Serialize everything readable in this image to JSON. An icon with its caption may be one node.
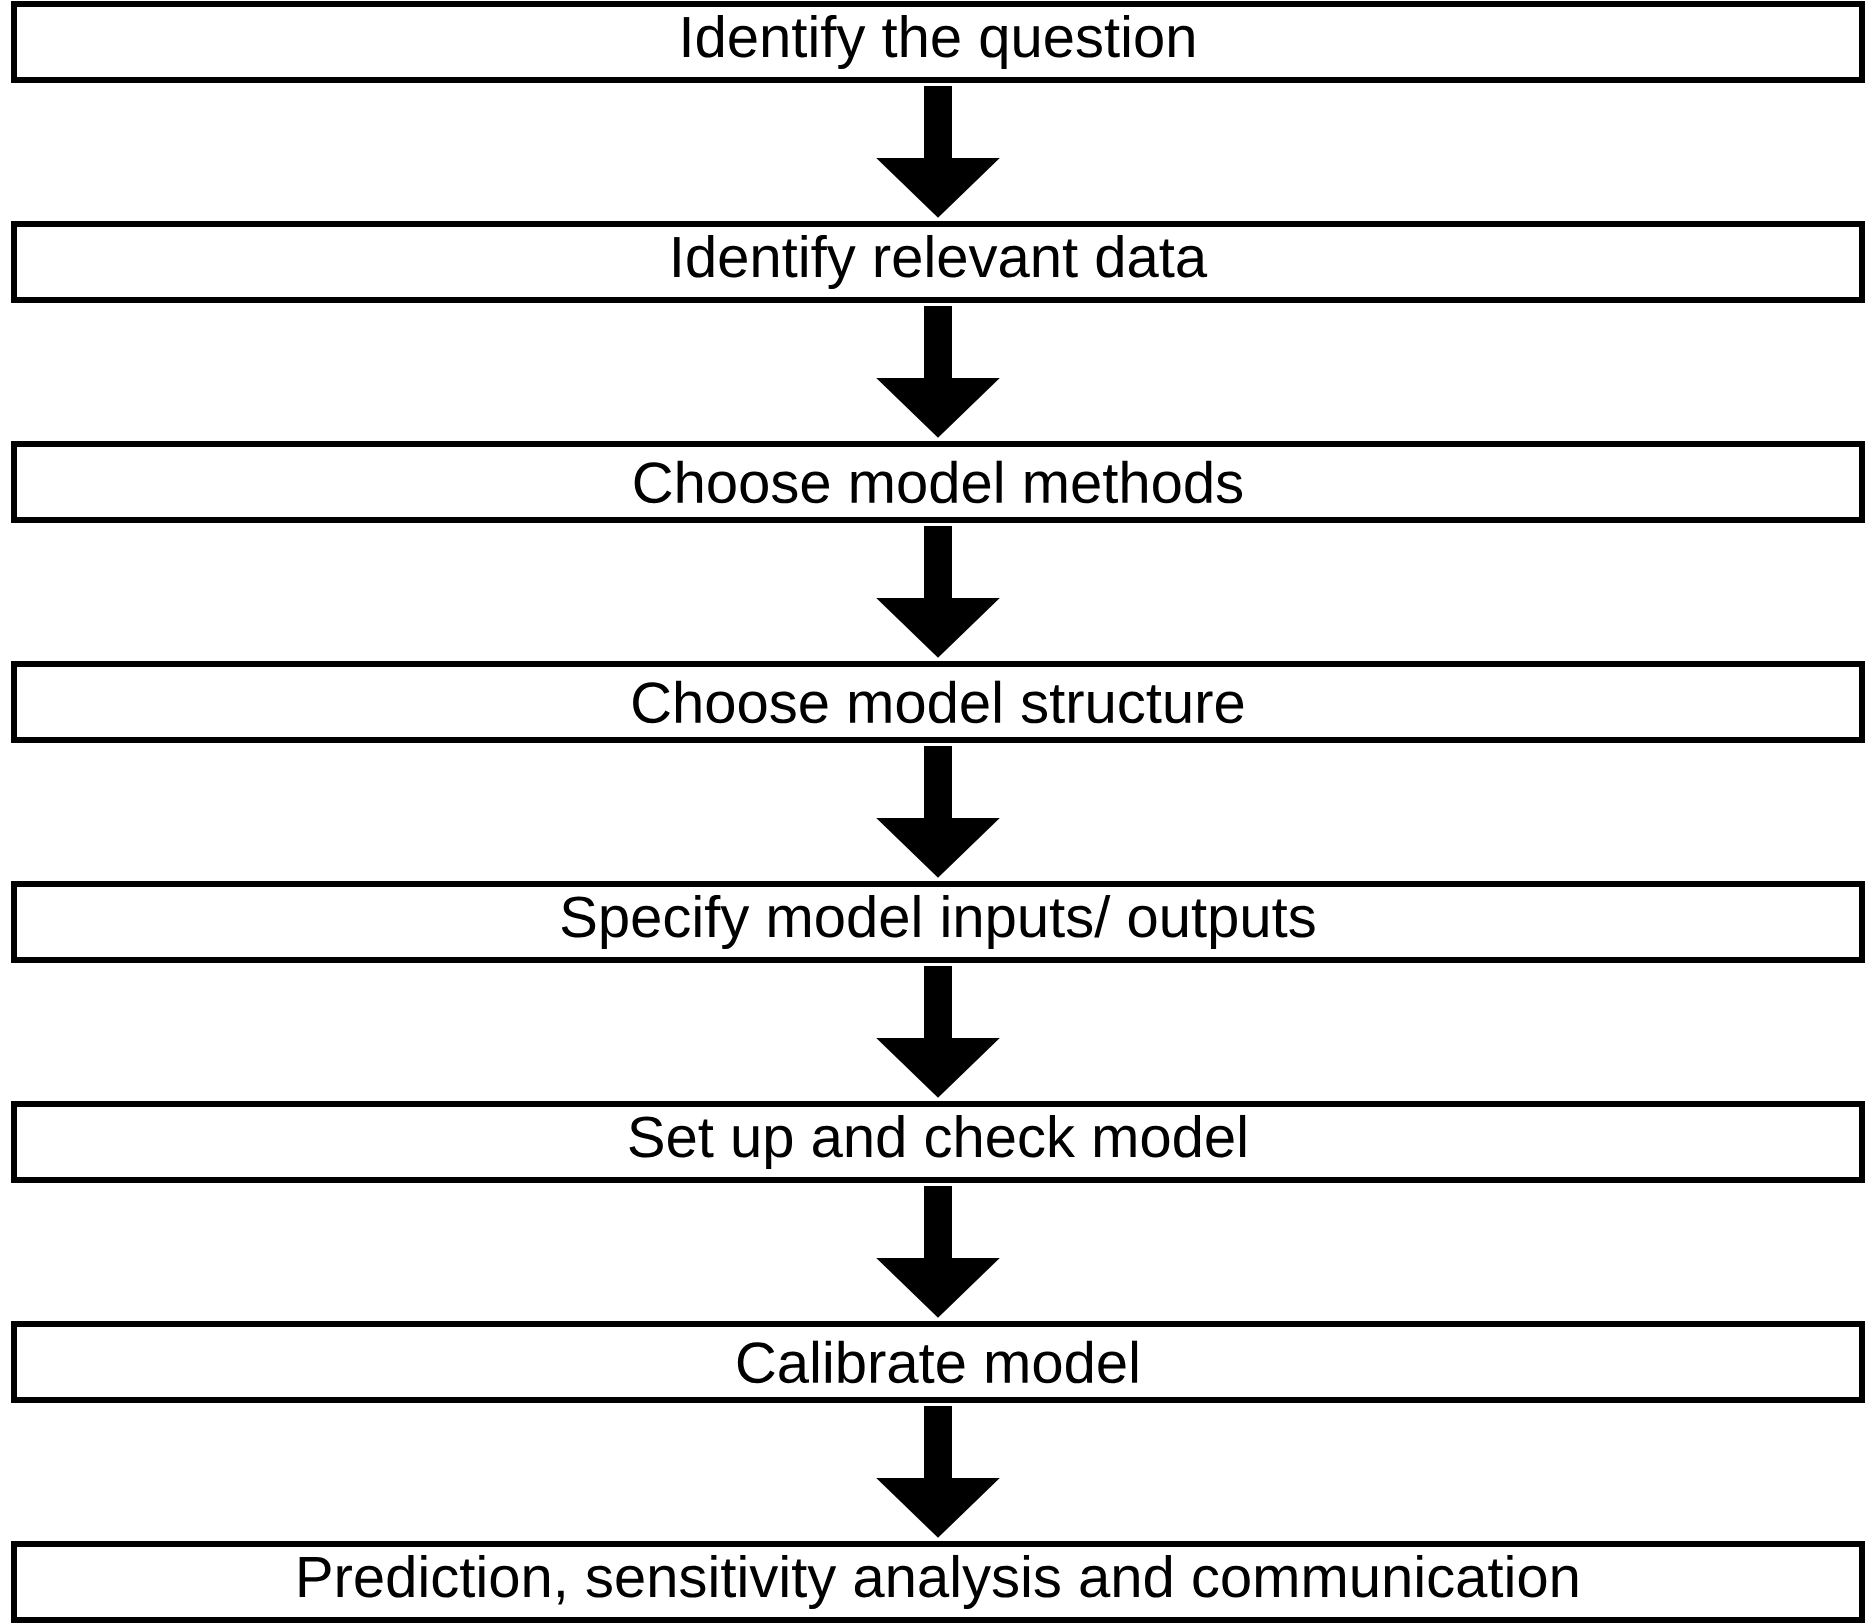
{
  "diagram": {
    "nodes": [
      {
        "text": [
          "Identify the question"
        ]
      },
      {
        "text": [
          "Identify relevant data"
        ]
      },
      {
        "text": [
          "Choose model methods"
        ]
      },
      {
        "text": [
          "Choose model structure"
        ]
      },
      {
        "text": [
          "Specify model inputs/ outputs"
        ]
      },
      {
        "text": [
          "Set up and check model"
        ]
      },
      {
        "text": [
          "Calibrate model"
        ]
      },
      {
        "text": [
          "Prediction, sensitivity analysis and communication"
        ]
      }
    ],
    "edges": [
      {
        "from": 0,
        "to": 1,
        "arrow": "to"
      },
      {
        "from": 1,
        "to": 2,
        "arrow": "to"
      },
      {
        "from": 2,
        "to": 3,
        "arrow": "to"
      },
      {
        "from": 3,
        "to": 4,
        "arrow": "to"
      },
      {
        "from": 4,
        "to": 5,
        "arrow": "to"
      },
      {
        "from": 5,
        "to": 6,
        "arrow": "to"
      },
      {
        "from": 6,
        "to": 7,
        "arrow": "to"
      }
    ]
  }
}
